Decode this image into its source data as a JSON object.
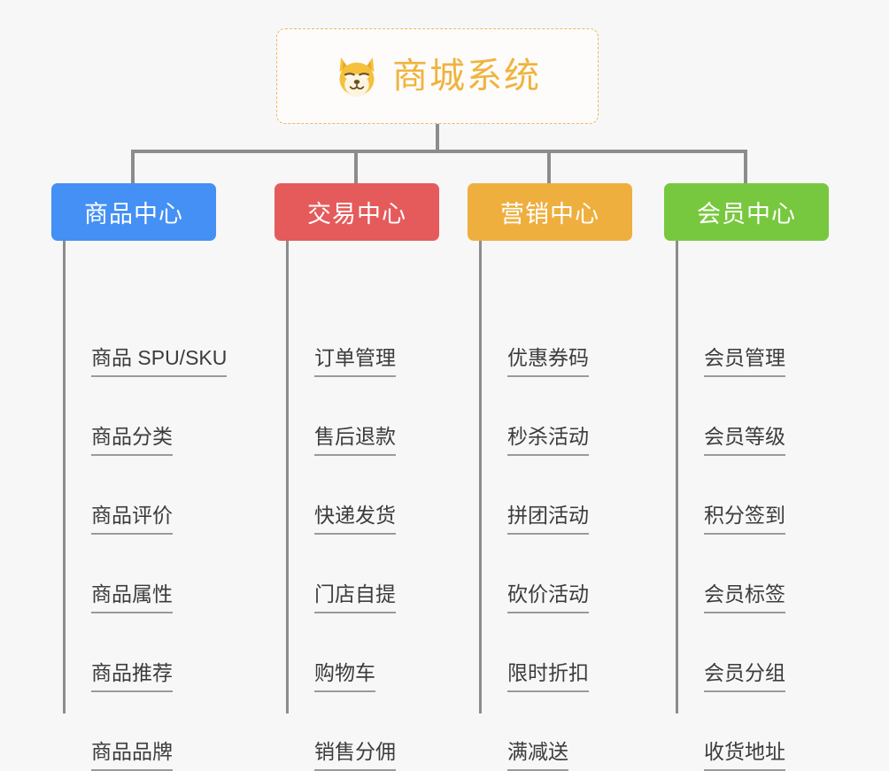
{
  "root": {
    "title": "商城系统",
    "icon": "shiba-dog-icon",
    "border_color": "#e9b961",
    "text_color": "#f0b33d",
    "background": "#fdfcfa"
  },
  "canvas": {
    "background": "#f7f7f7",
    "connector_color": "#8c8c8c"
  },
  "columns": [
    {
      "title": "商品中心",
      "color": "#4490f5",
      "items": [
        {
          "label": "商品 SPU/SKU"
        },
        {
          "label": "商品分类"
        },
        {
          "label": "商品评价"
        },
        {
          "label": "商品属性"
        },
        {
          "label": "商品推荐"
        },
        {
          "label": "商品品牌"
        }
      ]
    },
    {
      "title": "交易中心",
      "color": "#e55b5b",
      "items": [
        {
          "label": "订单管理"
        },
        {
          "label": "售后退款"
        },
        {
          "label": "快递发货"
        },
        {
          "label": "门店自提"
        },
        {
          "label": "购物车"
        },
        {
          "label": "销售分佣"
        }
      ]
    },
    {
      "title": "营销中心",
      "color": "#eeaf3f",
      "items": [
        {
          "label": "优惠券码"
        },
        {
          "label": "秒杀活动"
        },
        {
          "label": "拼团活动"
        },
        {
          "label": "砍价活动"
        },
        {
          "label": "限时折扣"
        },
        {
          "label": "满减送"
        }
      ]
    },
    {
      "title": "会员中心",
      "color": "#77c83f",
      "items": [
        {
          "label": "会员管理"
        },
        {
          "label": "会员等级"
        },
        {
          "label": "积分签到"
        },
        {
          "label": "会员标签"
        },
        {
          "label": "会员分组"
        },
        {
          "label": "收货地址"
        }
      ]
    }
  ]
}
